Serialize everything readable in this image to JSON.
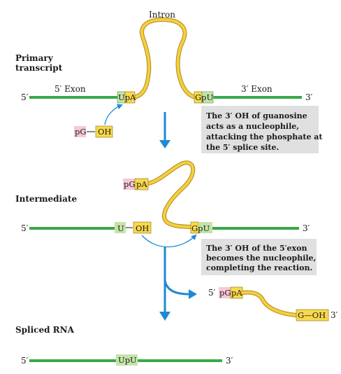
{
  "intron_label": "Intron",
  "stages": {
    "primary": {
      "title_line1": "Primary",
      "title_line2": "transcript",
      "five_prime": "5′",
      "three_prime": "3′",
      "exon5_label": "5′ Exon",
      "exon3_label": "3′ Exon",
      "upa": "UpA",
      "gpu": "GpU",
      "guanosine_pg": "pG",
      "guanosine_oh": "OH",
      "note_lines": [
        "The 3′ OH of guanosine",
        "acts as a nucleophile,",
        "attacking the phosphate at",
        "the 5′ splice site."
      ]
    },
    "intermediate": {
      "title": "Intermediate",
      "five_prime": "5′",
      "three_prime": "3′",
      "pg": "pG",
      "pa": "pA",
      "u": "U",
      "oh": "OH",
      "gpu": "GpU",
      "note_lines": [
        "The 3′ OH of the 5′exon",
        "becomes the nucleophile,",
        "completing the reaction."
      ]
    },
    "released_intron": {
      "five_prime": "5′",
      "pg": "pG",
      "pa": "pA",
      "g_oh": "G—OH",
      "three_prime": "3′"
    },
    "spliced": {
      "title": "Spliced RNA",
      "five_prime": "5′",
      "three_prime": "3′",
      "upu": "UpU"
    }
  },
  "colors": {
    "exon_green": "#3aa84a",
    "intron_yellow": "#f4cf3f",
    "intron_outline": "#b08a1c",
    "green_box": "#c4e4a8",
    "pink_box": "#f5c8d8",
    "yellow_box": "#f8d94c",
    "note_bg": "#e0e0e0",
    "arrow_blue": "#1e8ad2"
  }
}
